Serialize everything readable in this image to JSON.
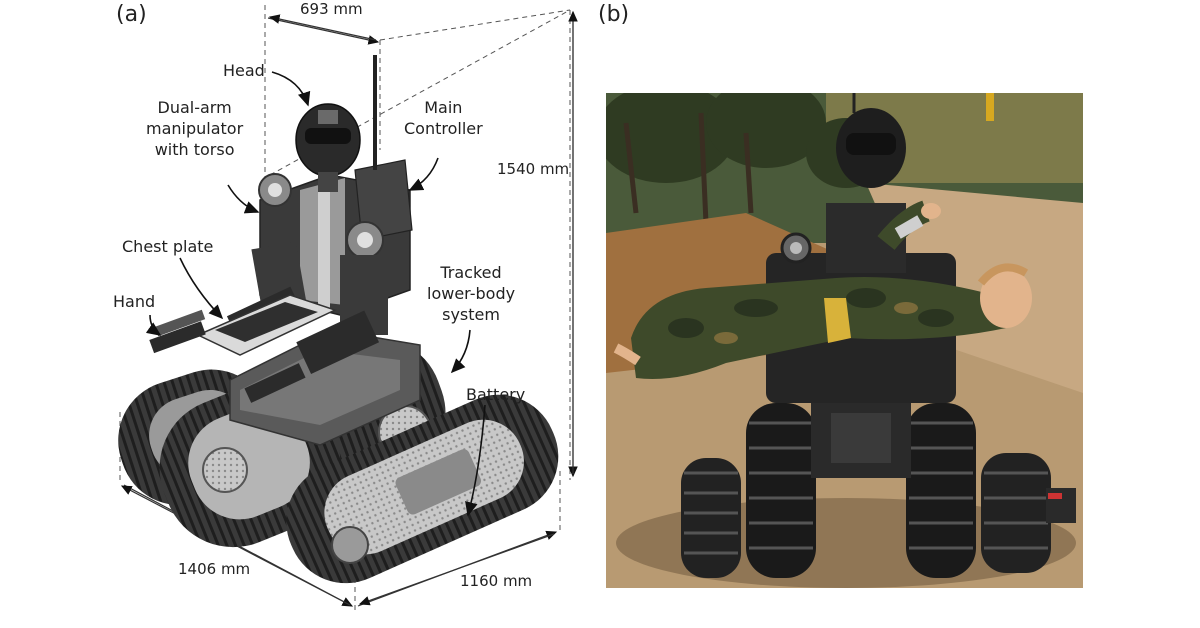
{
  "panels": {
    "a": "(a)",
    "b": "(b)"
  },
  "dimensions": {
    "width": "693 mm",
    "height": "1540 mm",
    "length": "1406 mm",
    "depth": "1160 mm"
  },
  "callouts": {
    "head": "Head",
    "arm_line1": "Dual-arm",
    "arm_line2": "manipulator",
    "arm_line3": "with torso",
    "controller_line1": "Main",
    "controller_line2": "Controller",
    "chest": "Chest plate",
    "hand": "Hand",
    "track_line1": "Tracked",
    "track_line2": "lower-body",
    "track_line3": "system",
    "battery": "Battery"
  },
  "colors": {
    "robot_dark": "#2b2b2b",
    "robot_mid": "#5a5a5a",
    "robot_light": "#a8a8a8",
    "track": "#1e1e1e",
    "sky_trees": "#4a5a3a",
    "dirt_road": "#b89a72",
    "grass": "#7d7a4a",
    "camo_green": "#3e4a2a",
    "skin": "#e2b48c"
  }
}
